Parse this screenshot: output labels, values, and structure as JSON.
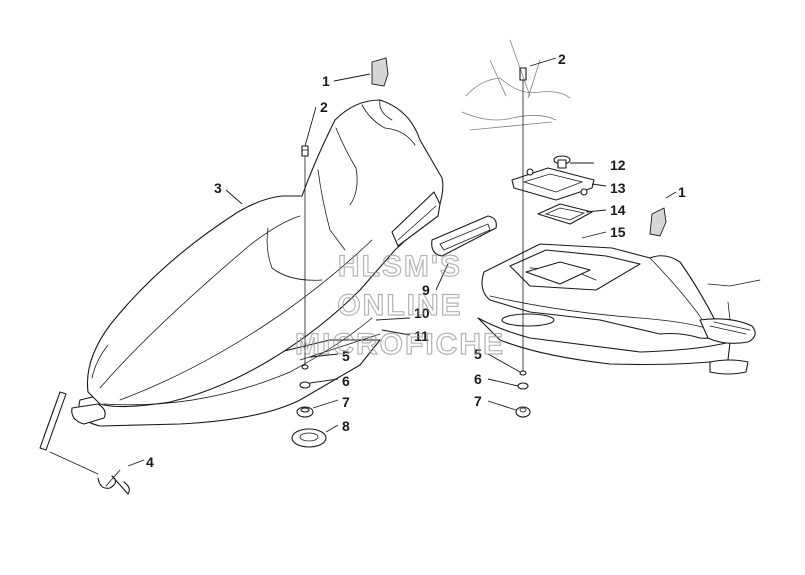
{
  "watermark": {
    "lines": [
      "HLSM'S",
      "ONLINE",
      "MICROFICHE"
    ],
    "color": "#9a9a9a"
  },
  "callouts": [
    {
      "id": "c1a",
      "label": "1"
    },
    {
      "id": "c2a",
      "label": "2"
    },
    {
      "id": "c3",
      "label": "3"
    },
    {
      "id": "c4",
      "label": "4"
    },
    {
      "id": "c5a",
      "label": "5"
    },
    {
      "id": "c6a",
      "label": "6"
    },
    {
      "id": "c7a",
      "label": "7"
    },
    {
      "id": "c8",
      "label": "8"
    },
    {
      "id": "c9",
      "label": "9"
    },
    {
      "id": "c10",
      "label": "10"
    },
    {
      "id": "c11",
      "label": "11"
    },
    {
      "id": "c2b",
      "label": "2"
    },
    {
      "id": "c12",
      "label": "12"
    },
    {
      "id": "c13",
      "label": "13"
    },
    {
      "id": "c14",
      "label": "14"
    },
    {
      "id": "c15",
      "label": "15"
    },
    {
      "id": "c1b",
      "label": "1"
    },
    {
      "id": "c5b",
      "label": "5"
    },
    {
      "id": "c6b",
      "label": "6"
    },
    {
      "id": "c7b",
      "label": "7"
    }
  ]
}
